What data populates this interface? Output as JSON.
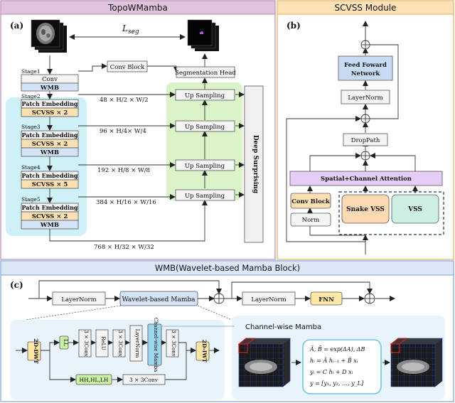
{
  "panel_a": {
    "title": "TopoWMamba",
    "label": "(a)",
    "loss": "L",
    "loss_sub": "seg",
    "stage1": "Stage1",
    "stage2": "Stage2",
    "stage3": "Stage3",
    "stage4": "Stage4",
    "stage5": "Stage5",
    "conv": "Conv",
    "wmb": "WMB",
    "patch_embedding": "Patch Embedding",
    "scvss2": "SCVSS × 2",
    "scvss5": "SCVSS × 5",
    "conv_block": "Conv Block",
    "seg_head": "Segmentation Head",
    "up_sampling": "Up Sampling",
    "deep_supervising": "Deep Surprising",
    "dims": [
      "48 × H/2 × W/2",
      "96 × H/4× W/4",
      "192 × H/8 × W/8",
      "384 × H/16 × W/16",
      "768 × H/32 × W/32"
    ]
  },
  "panel_b": {
    "title": "SCVSS Module",
    "label": "(b)",
    "ffn": "Feed Foward Network",
    "ffn_line1": "Feed Foward",
    "ffn_line2": "Network",
    "layernorm": "LayerNorm",
    "droppath": "DropPath",
    "attention": "Spatial+Channel Attention",
    "conv_block": "Conv Block",
    "norm": "Norm",
    "snake_vss": "Snake VSS",
    "vss": "VSS"
  },
  "panel_c": {
    "title": "WMB(Wavelet-based Mamba Block)",
    "label": "(c)",
    "layernorm": "LayerNorm",
    "wavelet_mamba": "Wavelet-based Mamba",
    "fnn": "FNN",
    "dwt": "2D-DWT",
    "idwt": "2D-IWT",
    "ll": "LL",
    "conv3": "3 × 3Conv",
    "relu": "ReLU",
    "channel_mamba_box": "Channel-wise Mamba",
    "hh": "HH,HL,LH",
    "cw_title": "Channel-wise Mamba",
    "eq1": "Ā, B̄ = exp(ΔA), ΔB",
    "eq2": "hᵢ = Ā hᵢ₋₁ + B̄ xᵢ",
    "eq3": "yᵢ = C hᵢ + D xᵢ",
    "eq4": "y = [y₁, y₂, …, y_L]"
  },
  "colors": {
    "panel_a_header": "#e0c4dd",
    "panel_b_header": "#fde2b8",
    "panel_c_header": "#dbe6f6",
    "encoder_bg": "#c9eef6",
    "decoder_bg": "#d6f2c2",
    "scvss": "#fbe0b4",
    "wmb": "#d5e3f7",
    "ffn": "#c7daf3",
    "attention": "#e5cdf7",
    "snake": "#fbd9b3",
    "vss": "#cdeee2",
    "fnn": "#fde7a6",
    "ll": "#c9f0a4",
    "channel_mamba": "#9dd6ee"
  }
}
